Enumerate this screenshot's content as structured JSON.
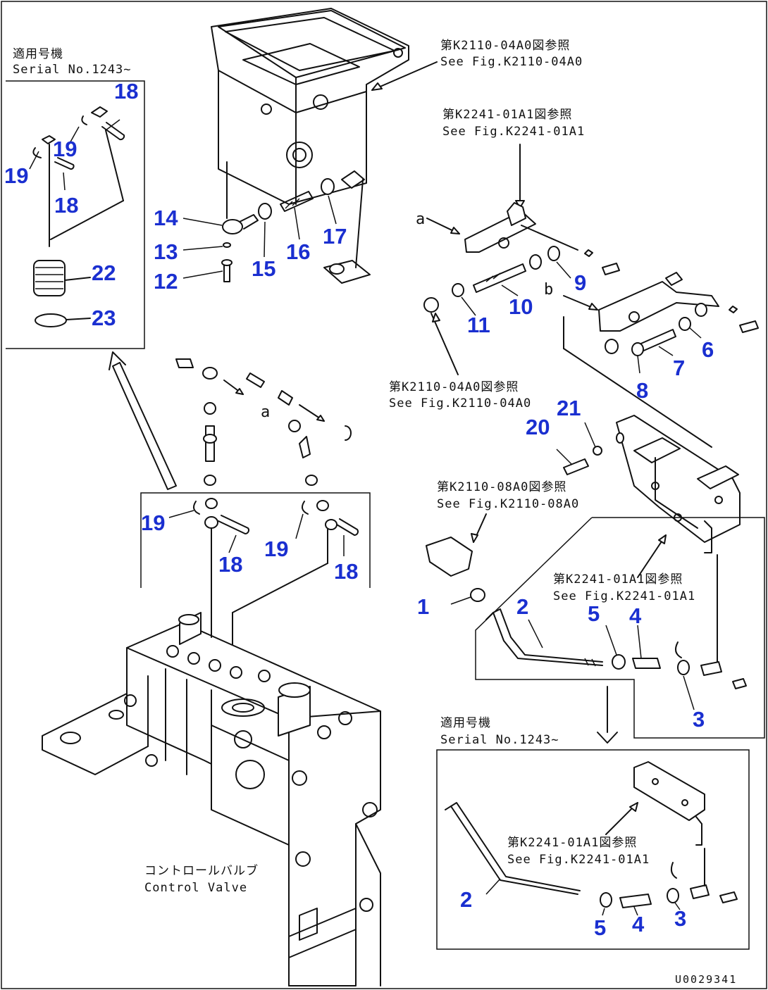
{
  "notes": {
    "serial_top_jp": "適用号機",
    "serial_top_en": "Serial No.1243~",
    "serial_bottom_jp": "適用号機",
    "serial_bottom_en": "Serial No.1243~",
    "ref_k2110_04a0_jp": "第K2110-04A0図参照",
    "ref_k2110_04a0_en": "See Fig.K2110-04A0",
    "ref_k2241_01a1_jp": "第K2241-01A1図参照",
    "ref_k2241_01a1_en": "See Fig.K2241-01A1",
    "ref_k2110_04a0_b_jp": "第K2110-04A0図参照",
    "ref_k2110_04a0_b_en": "See Fig.K2110-04A0",
    "ref_k2110_08a0_jp": "第K2110-08A0図参照",
    "ref_k2110_08a0_en": "See Fig.K2110-08A0",
    "ref_k2241_01a1_b_jp": "第K2241-01A1図参照",
    "ref_k2241_01a1_b_en": "See Fig.K2241-01A1",
    "ref_k2241_01a1_c_jp": "第K2241-01A1図参照",
    "ref_k2241_01a1_c_en": "See Fig.K2241-01A1",
    "control_valve_jp": "コントロールバルブ",
    "control_valve_en": "Control Valve",
    "mark_a": "a",
    "mark_b": "b",
    "figure_code": "U0029341"
  },
  "callouts": {
    "n1": "1",
    "n2": "2",
    "n3": "3",
    "n4": "4",
    "n5": "5",
    "n6": "6",
    "n7": "7",
    "n8": "8",
    "n9": "9",
    "n10": "10",
    "n11": "11",
    "n12": "12",
    "n13": "13",
    "n14": "14",
    "n15": "15",
    "n16": "16",
    "n17": "17",
    "n18": "18",
    "n19": "19",
    "n20": "20",
    "n21": "21",
    "n22": "22",
    "n23": "23"
  },
  "colors": {
    "callout": "#1a2fd0",
    "line": "#111111"
  }
}
